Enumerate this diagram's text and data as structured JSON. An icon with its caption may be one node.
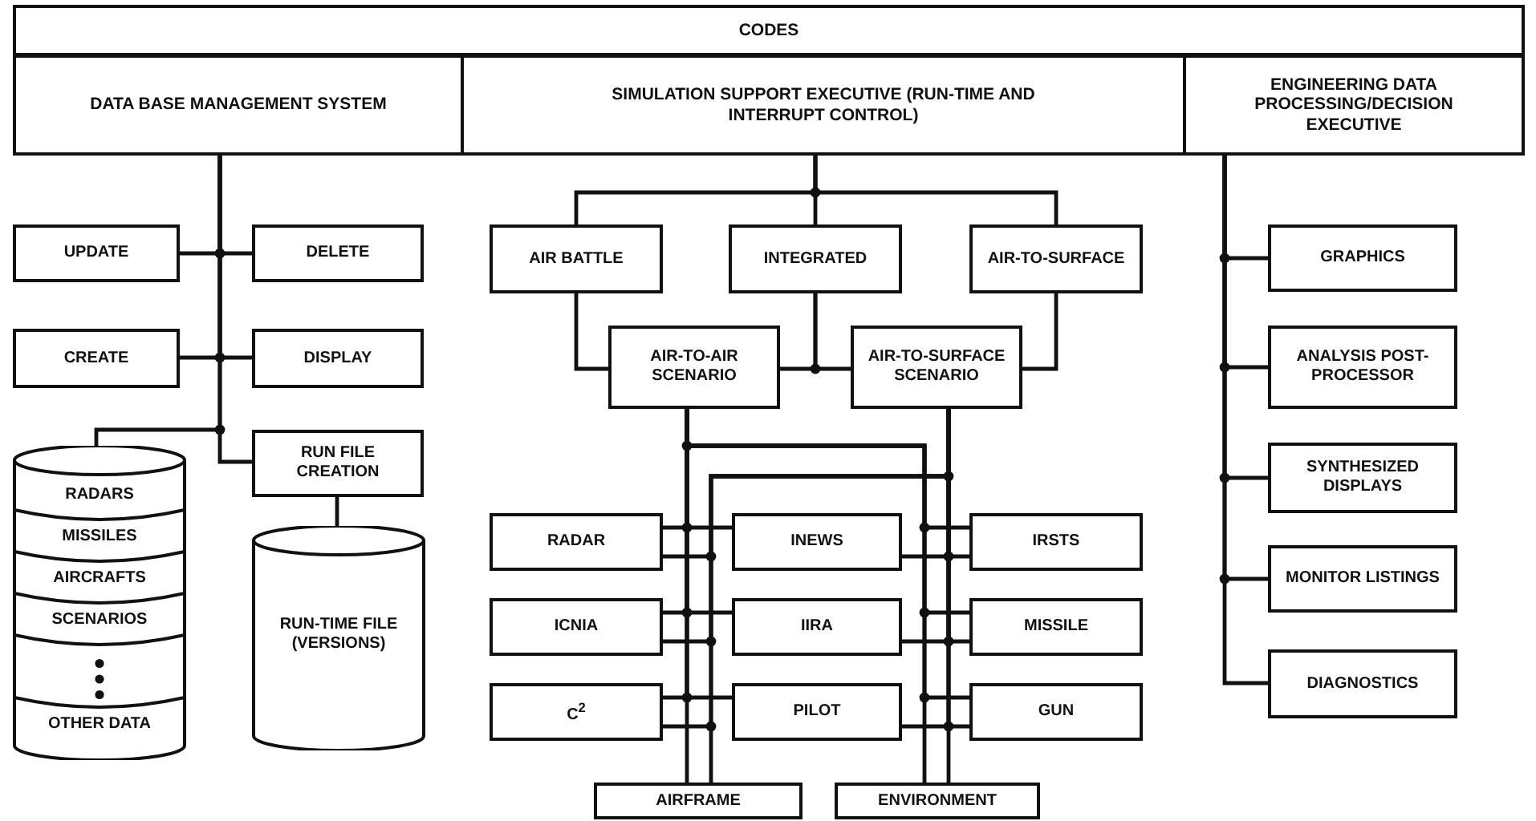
{
  "diagram": {
    "nodes": [
      {
        "text": [
          "CODES"
        ]
      },
      {
        "text": [
          "DATA BASE MANAGEMENT SYSTEM"
        ]
      },
      {
        "text": [
          "SIMULATION SUPPORT EXECUTIVE (RUN-TIME AND INTERRUPT CONTROL)"
        ]
      },
      {
        "text": [
          "ENGINEERING DATA PROCESSING/DECISION EXECUTIVE"
        ]
      },
      {
        "text": [
          "UPDATE"
        ]
      },
      {
        "text": [
          "DELETE"
        ]
      },
      {
        "text": [
          "CREATE"
        ]
      },
      {
        "text": [
          "DISPLAY"
        ]
      },
      {
        "text": [
          "RADARS",
          "MISSILES",
          "AIRCRAFTS",
          "SCENARIOS",
          "OTHER DATA"
        ]
      },
      {
        "text": [
          "RUN FILE CREATION"
        ]
      },
      {
        "text": [
          "RUN-TIME FILE (VERSIONS)"
        ]
      },
      {
        "text": [
          "AIR BATTLE"
        ]
      },
      {
        "text": [
          "INTEGRATED"
        ]
      },
      {
        "text": [
          "AIR-TO-SURFACE"
        ]
      },
      {
        "text": [
          "AIR-TO-AIR SCENARIO"
        ]
      },
      {
        "text": [
          "AIR-TO-SURFACE SCENARIO"
        ]
      },
      {
        "text": [
          "RADAR"
        ]
      },
      {
        "text": [
          "INEWS"
        ]
      },
      {
        "text": [
          "IRSTS"
        ]
      },
      {
        "text": [
          "ICNIA"
        ]
      },
      {
        "text": [
          "IIRA"
        ]
      },
      {
        "text": [
          "MISSILE"
        ]
      },
      {
        "text": [
          "C$^{2}$"
        ]
      },
      {
        "text": [
          "PILOT"
        ]
      },
      {
        "text": [
          "GUN"
        ]
      },
      {
        "text": [
          "AIRFRAME"
        ]
      },
      {
        "text": [
          "ENVIRONMENT"
        ]
      },
      {
        "text": [
          "GRAPHICS"
        ]
      },
      {
        "text": [
          "ANALYSIS POST-PROCESSOR"
        ]
      },
      {
        "text": [
          "SYNTHESIZED DISPLAYS"
        ]
      },
      {
        "text": [
          "MONITOR LISTINGS"
        ]
      },
      {
        "text": [
          "DIAGNOSTICS"
        ]
      }
    ],
    "edges": [
      {
        "from": 1,
        "to": 4,
        "arrow": "none"
      },
      {
        "from": 1,
        "to": 5,
        "arrow": "none"
      },
      {
        "from": 1,
        "to": 6,
        "arrow": "none"
      },
      {
        "from": 1,
        "to": 7,
        "arrow": "none"
      },
      {
        "from": 1,
        "to": 8,
        "arrow": "none"
      },
      {
        "from": 1,
        "to": 9,
        "arrow": "none"
      },
      {
        "from": 9,
        "to": 10,
        "arrow": "none"
      },
      {
        "from": 2,
        "to": 11,
        "arrow": "none"
      },
      {
        "from": 2,
        "to": 12,
        "arrow": "none"
      },
      {
        "from": 2,
        "to": 13,
        "arrow": "none"
      },
      {
        "from": 11,
        "to": 14,
        "arrow": "none"
      },
      {
        "from": 12,
        "to": 14,
        "arrow": "none"
      },
      {
        "from": 12,
        "to": 15,
        "arrow": "none"
      },
      {
        "from": 13,
        "to": 15,
        "arrow": "none"
      },
      {
        "from": 14,
        "to": 16,
        "arrow": "none"
      },
      {
        "from": 15,
        "to": 16,
        "arrow": "none"
      },
      {
        "from": 14,
        "to": 17,
        "arrow": "none"
      },
      {
        "from": 15,
        "to": 17,
        "arrow": "none"
      },
      {
        "from": 14,
        "to": 18,
        "arrow": "none"
      },
      {
        "from": 15,
        "to": 18,
        "arrow": "none"
      },
      {
        "from": 14,
        "to": 19,
        "arrow": "none"
      },
      {
        "from": 15,
        "to": 19,
        "arrow": "none"
      },
      {
        "from": 14,
        "to": 20,
        "arrow": "none"
      },
      {
        "from": 15,
        "to": 20,
        "arrow": "none"
      },
      {
        "from": 14,
        "to": 21,
        "arrow": "none"
      },
      {
        "from": 15,
        "to": 21,
        "arrow": "none"
      },
      {
        "from": 14,
        "to": 22,
        "arrow": "none"
      },
      {
        "from": 15,
        "to": 22,
        "arrow": "none"
      },
      {
        "from": 14,
        "to": 23,
        "arrow": "none"
      },
      {
        "from": 15,
        "to": 23,
        "arrow": "none"
      },
      {
        "from": 14,
        "to": 24,
        "arrow": "none"
      },
      {
        "from": 15,
        "to": 24,
        "arrow": "none"
      },
      {
        "from": 14,
        "to": 25,
        "arrow": "none"
      },
      {
        "from": 15,
        "to": 25,
        "arrow": "none"
      },
      {
        "from": 14,
        "to": 26,
        "arrow": "none"
      },
      {
        "from": 15,
        "to": 26,
        "arrow": "none"
      },
      {
        "from": 3,
        "to": 27,
        "arrow": "none"
      },
      {
        "from": 3,
        "to": 28,
        "arrow": "none"
      },
      {
        "from": 3,
        "to": 29,
        "arrow": "none"
      },
      {
        "from": 3,
        "to": 30,
        "arrow": "none"
      },
      {
        "from": 3,
        "to": 31,
        "arrow": "none"
      }
    ]
  }
}
